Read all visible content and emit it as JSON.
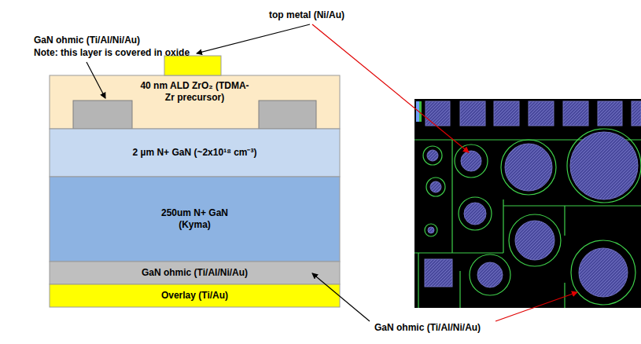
{
  "diagram": {
    "nodes": [
      {
        "text": [
          "40 nm ALD ZrO₂ (TDMA-Zr precursor)"
        ]
      },
      {
        "text": [
          "2 µm N+ GaN (~2x10¹⁸ cm⁻³)"
        ]
      },
      {
        "text": [
          "250um N+ GaN (Kyma)"
        ]
      },
      {
        "text": [
          "GaN ohmic (Ti/Al/Ni/Au)"
        ]
      },
      {
        "text": [
          "Overlay (Ti/Au)"
        ]
      }
    ],
    "labels": [
      "top metal (Ni/Au)",
      "GaN ohmic (Ti/Al/Ni/Au)",
      "Note: this layer is covered in oxide",
      "GaN ohmic (Ti/Al/Ni/Au)"
    ]
  }
}
